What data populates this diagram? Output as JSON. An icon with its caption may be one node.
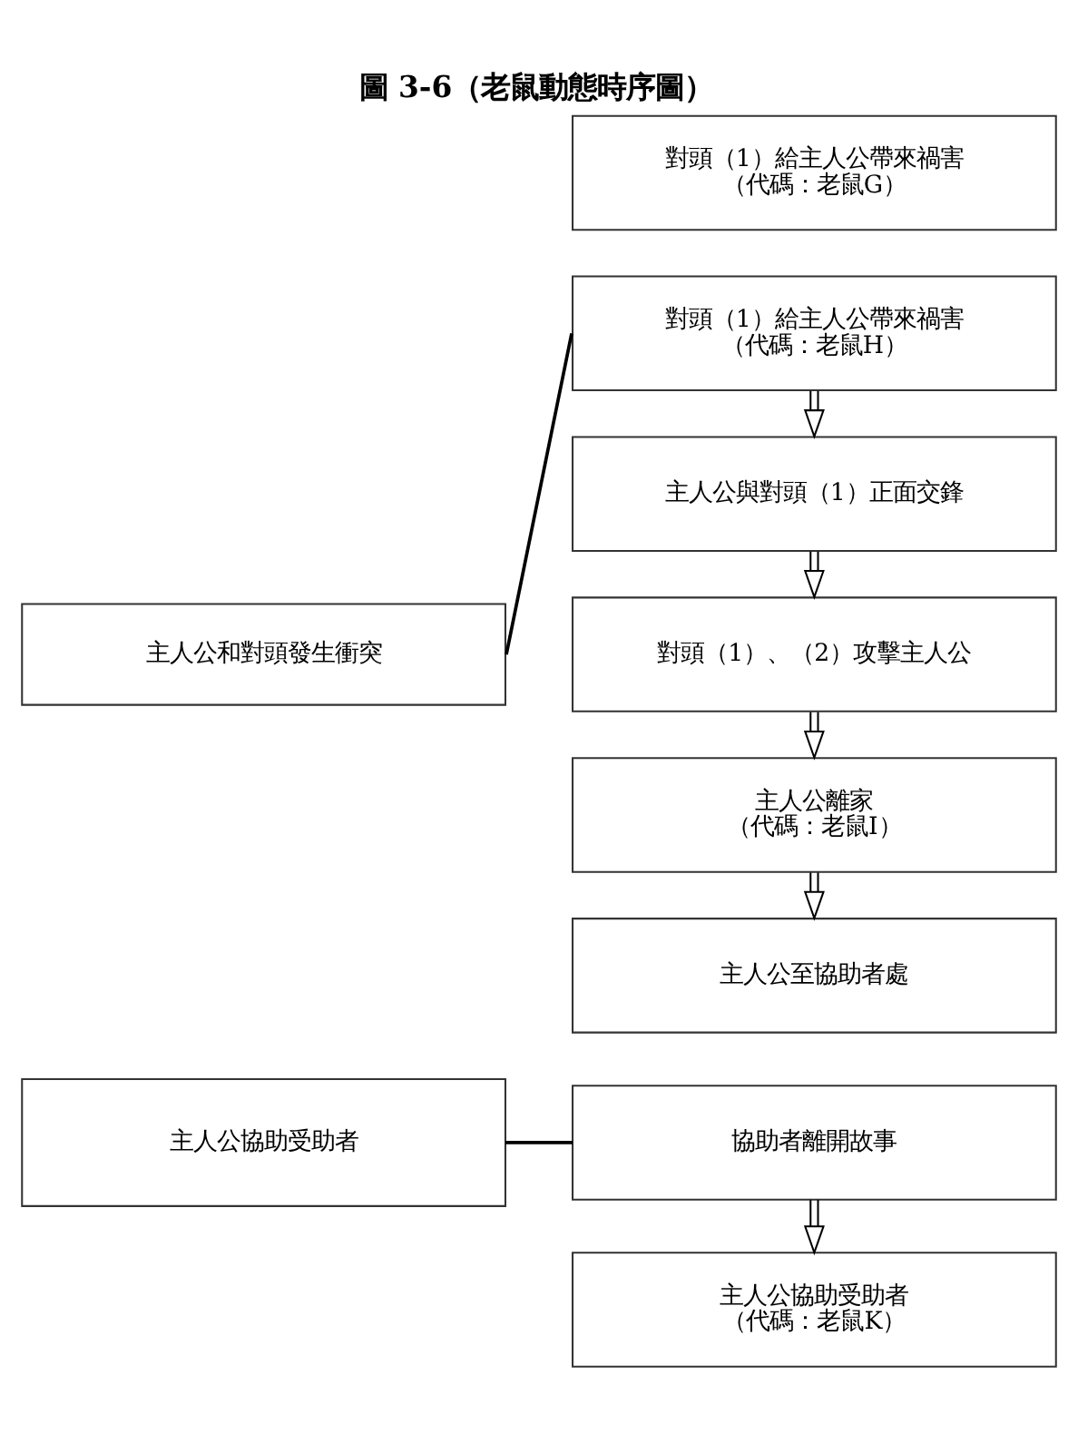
{
  "diagram": {
    "title": "圖 3-6（老鼠動態時序圖）",
    "nodes": [
      {
        "text": [
          "對頭（1）給主人公帶來禍害",
          "（代碼：老鼠G）"
        ]
      },
      {
        "text": [
          "對頭（1）給主人公帶來禍害",
          "（代碼：老鼠H）"
        ]
      },
      {
        "text": [
          "主人公與對頭（1）正面交鋒"
        ]
      },
      {
        "text": [
          "主人公和對頭發生衝突"
        ]
      },
      {
        "text": [
          "對頭（1）、（2）攻擊主人公"
        ]
      },
      {
        "text": [
          "主人公離家",
          "（代碼：老鼠I）"
        ]
      },
      {
        "text": [
          "主人公至協助者處"
        ]
      },
      {
        "text": [
          "主人公協助受助者"
        ]
      },
      {
        "text": [
          "協助者離開故事"
        ]
      },
      {
        "text": [
          "主人公協助受助者",
          "（代碼：老鼠K）"
        ]
      }
    ],
    "edges": [
      {
        "from": 1,
        "to": 2,
        "arrow": "to"
      },
      {
        "from": 2,
        "to": 4,
        "arrow": "to"
      },
      {
        "from": 4,
        "to": 5,
        "arrow": "to"
      },
      {
        "from": 5,
        "to": 6,
        "arrow": "to"
      },
      {
        "from": 8,
        "to": 9,
        "arrow": "to"
      },
      {
        "from": 3,
        "to": 1,
        "arrow": "none"
      },
      {
        "from": 7,
        "to": 8,
        "arrow": "none"
      }
    ]
  }
}
